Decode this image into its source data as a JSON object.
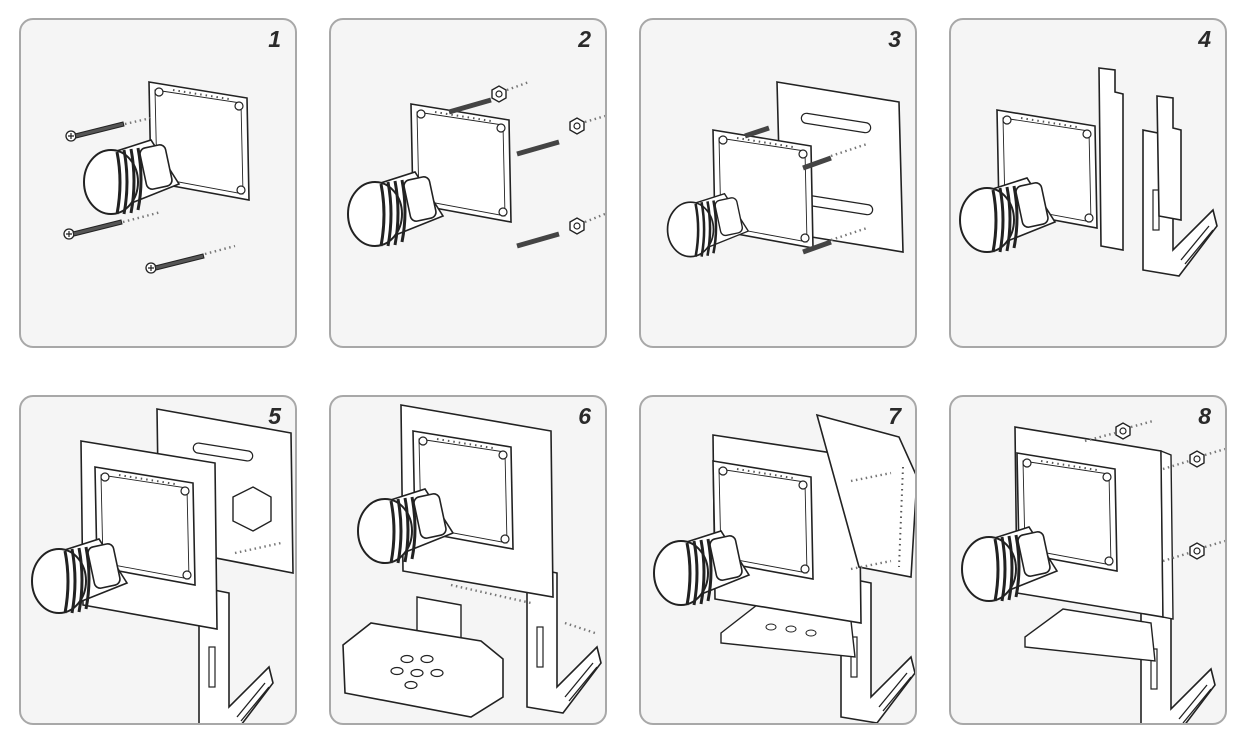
{
  "steps": [
    {
      "number": "1"
    },
    {
      "number": "2"
    },
    {
      "number": "3"
    },
    {
      "number": "4"
    },
    {
      "number": "5"
    },
    {
      "number": "6"
    },
    {
      "number": "7"
    },
    {
      "number": "8"
    }
  ],
  "colors": {
    "panel_border": "#a8a8a8",
    "panel_bg": "#f5f5f5",
    "line": "#1f1f1f",
    "dots": "#777777"
  }
}
